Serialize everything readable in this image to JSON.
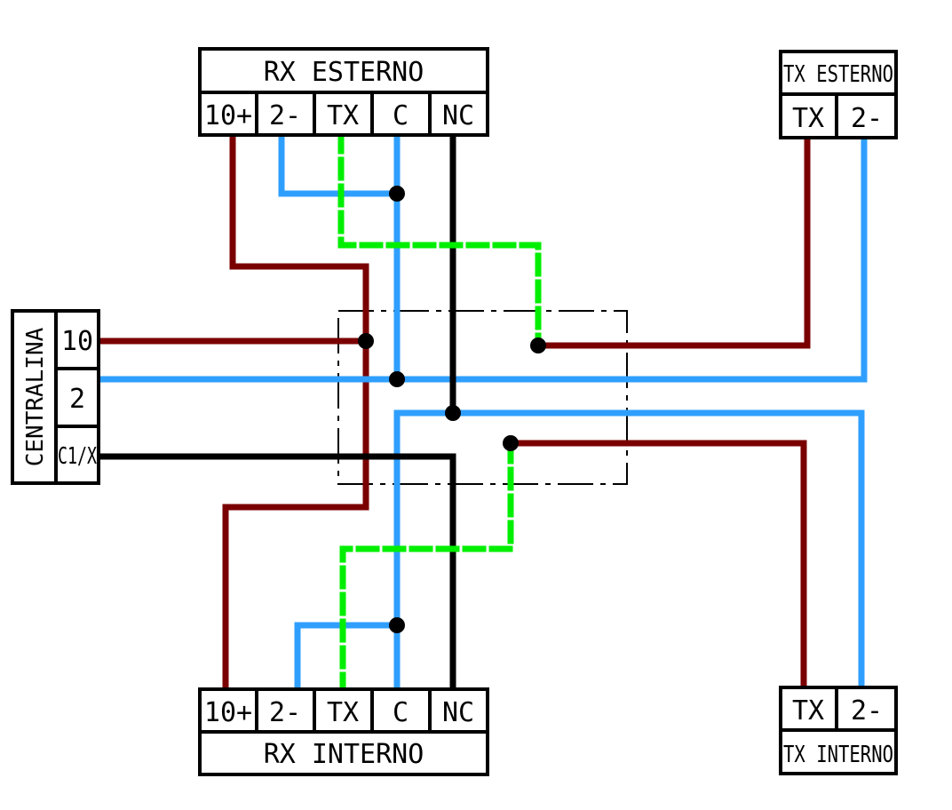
{
  "colors": {
    "positive_wire": "#7a0000",
    "negative_wire": "#2f9fff",
    "tx_wire": "#00ee00",
    "common_wire": "#000000"
  },
  "rx_esterno": {
    "title": "RX ESTERNO",
    "terminals": [
      "10+",
      "2-",
      "TX",
      "C",
      "NC"
    ]
  },
  "rx_interno": {
    "title": "RX INTERNO",
    "terminals": [
      "10+",
      "2-",
      "TX",
      "C",
      "NC"
    ]
  },
  "tx_esterno": {
    "title": "TX ESTERNO",
    "terminals": [
      "TX",
      "2-"
    ]
  },
  "tx_interno": {
    "title": "TX INTERNO",
    "terminals": [
      "TX",
      "2-"
    ]
  },
  "centralina": {
    "title": "CENTRALINA",
    "terminals": [
      "10",
      "2",
      "C1/X"
    ]
  }
}
